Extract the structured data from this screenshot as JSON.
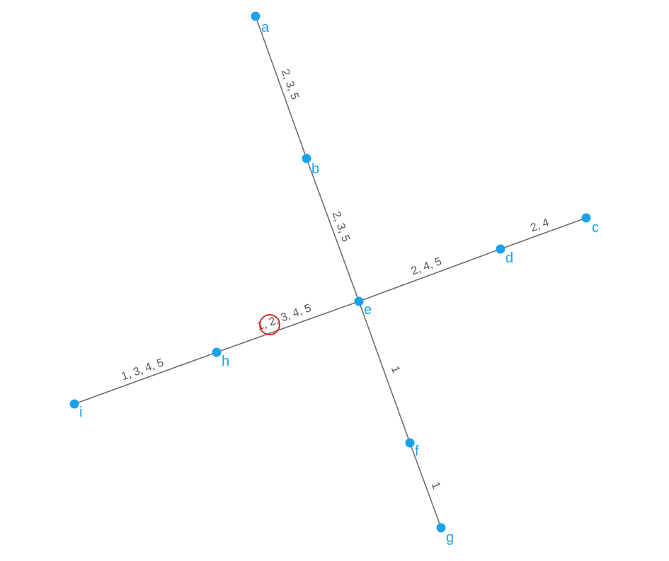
{
  "nodes": [
    {
      "id": "a",
      "label": "a"
    },
    {
      "id": "b",
      "label": "b"
    },
    {
      "id": "c",
      "label": "c"
    },
    {
      "id": "d",
      "label": "d"
    },
    {
      "id": "e",
      "label": "e"
    },
    {
      "id": "f",
      "label": "f"
    },
    {
      "id": "g",
      "label": "g"
    },
    {
      "id": "h",
      "label": "h"
    },
    {
      "id": "i",
      "label": "i"
    }
  ],
  "edges": [
    {
      "from": "a",
      "to": "b",
      "label": "2, 3, 5"
    },
    {
      "from": "b",
      "to": "e",
      "label": "2, 3, 5"
    },
    {
      "from": "d",
      "to": "c",
      "label": "2, 4"
    },
    {
      "from": "e",
      "to": "d",
      "label": "2, 4, 5"
    },
    {
      "from": "h",
      "to": "e",
      "label": "1, 2, 3, 4, 5"
    },
    {
      "from": "i",
      "to": "h",
      "label": "1, 3, 4, 5"
    },
    {
      "from": "e",
      "to": "f",
      "label": "1"
    },
    {
      "from": "f",
      "to": "g",
      "label": "1"
    }
  ],
  "colors": {
    "node": "#1aa3ec",
    "edge": "#6e6e6e",
    "edge_label": "#555555",
    "highlight": "#d42b2b"
  },
  "highlight": {
    "edge": "h-e",
    "label_item": "2,"
  }
}
